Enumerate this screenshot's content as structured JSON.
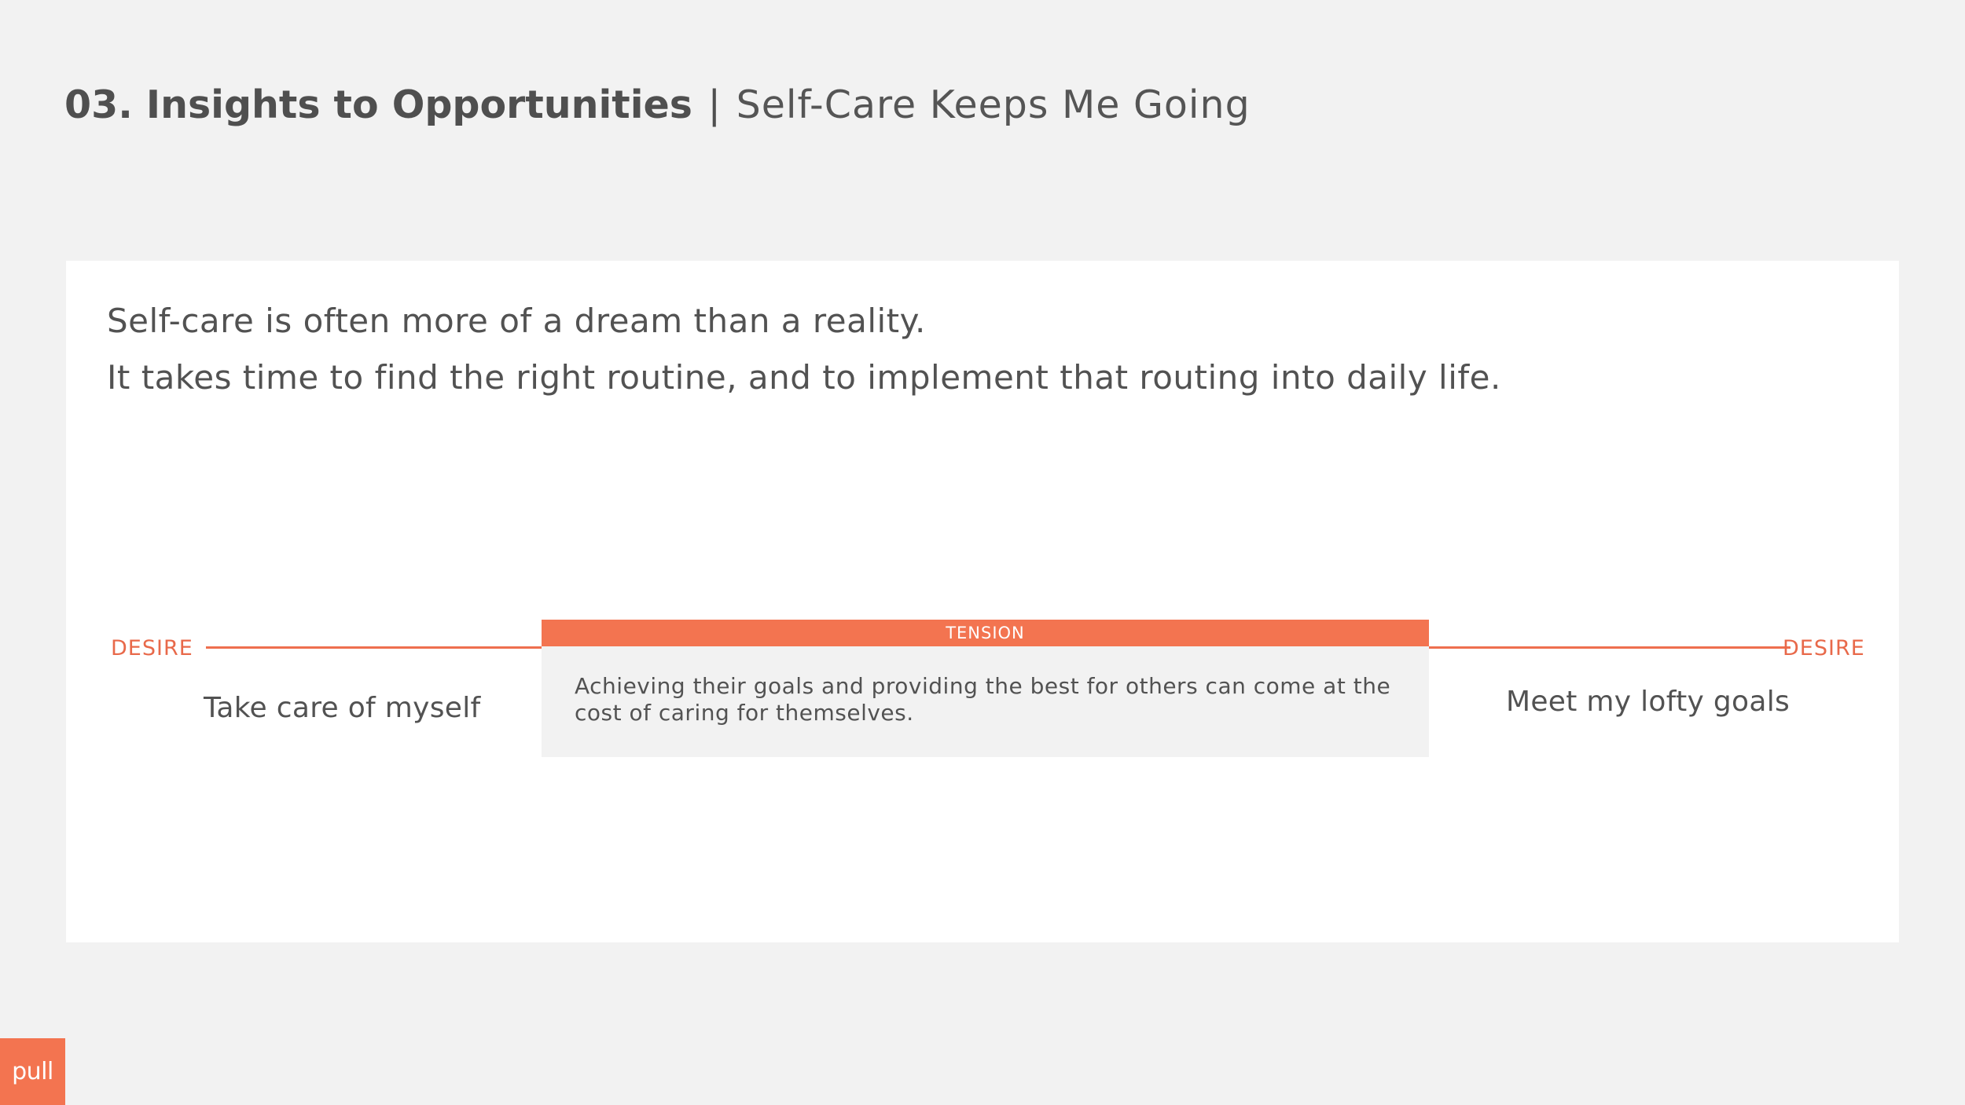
{
  "header": {
    "title_bold": "03. Insights to Opportunities",
    "separator": "|",
    "title_light": "Self-Care Keeps Me Going"
  },
  "card": {
    "line1": "Self-care is often more of a dream than a reality.",
    "line2": "It takes time to find the right routine, and to implement that routing into daily life."
  },
  "tension_diagram": {
    "left_desire_label": "DESIRE",
    "right_desire_label": "DESIRE",
    "tension_label": "TENSION",
    "tension_text": "Achieving their goals and providing the best for others can come at the cost of caring for themselves.",
    "left_desire": "Take care of myself",
    "right_desire": "Meet my lofty goals"
  },
  "logo": {
    "text": "pull"
  },
  "colors": {
    "accent": "#f37450",
    "background": "#f2f2f2",
    "card": "#ffffff",
    "text": "#505050"
  }
}
